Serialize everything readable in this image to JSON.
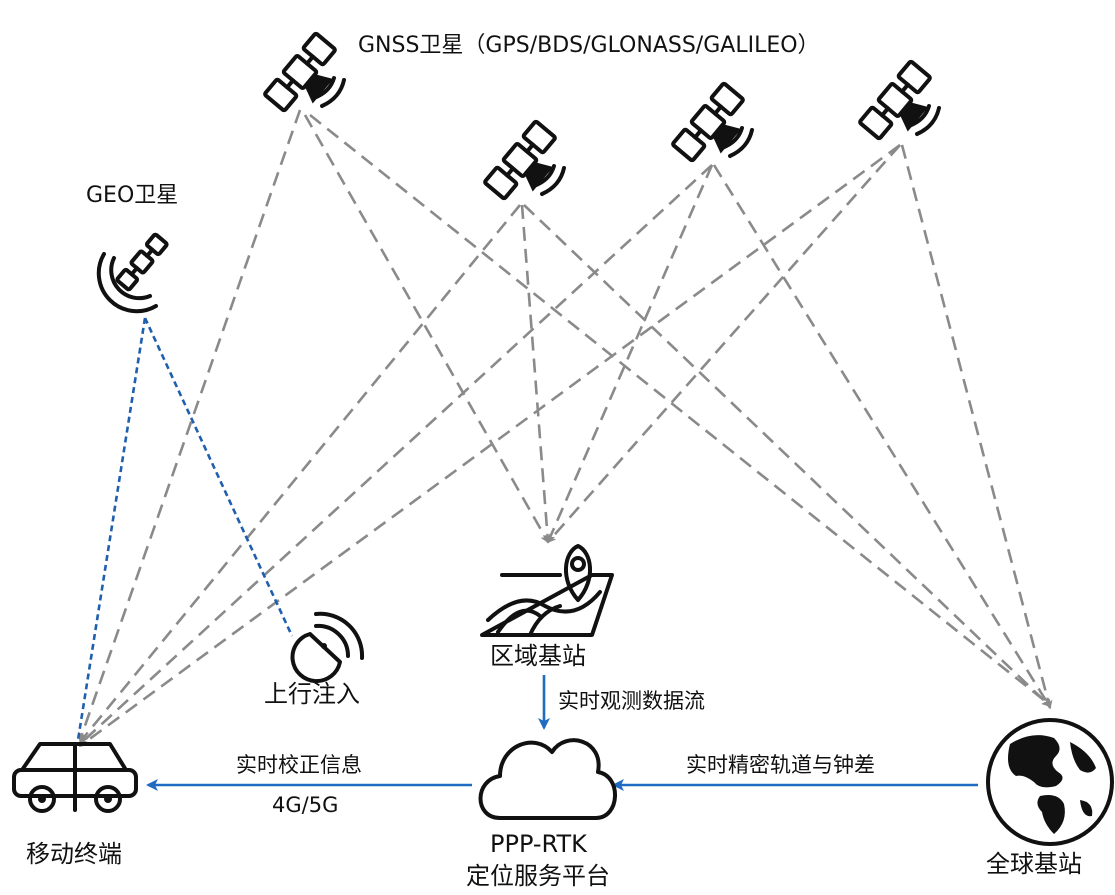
{
  "colors": {
    "signal_link": "#8a8a8a",
    "geo_link": "#1f5fae",
    "data_flow": "#1f6bc2",
    "icon": "#111111"
  },
  "labels": {
    "gnss_title": "GNSS卫星（GPS/BDS/GLONASS/GALILEO）",
    "geo_title": "GEO卫星",
    "uplink": "上行注入",
    "regional_station": "区域基站",
    "global_station": "全球基站",
    "terminal": "移动终端",
    "platform_line1": "PPP-RTK",
    "platform_line2": "定位服务平台"
  },
  "flows": {
    "observation_stream": "实时观测数据流",
    "precise_orbit_clock": "实时精密轨道与钟差",
    "correction_info": "实时校正信息",
    "network": "4G/5G"
  },
  "icons": {
    "gnss_satellite": "satellite-icon",
    "geo_satellite": "geo-satellite-icon",
    "uplink_dish": "satellite-dish-icon",
    "regional_station": "map-pin-icon",
    "global_station": "globe-icon",
    "terminal": "car-icon",
    "platform": "cloud-icon"
  }
}
